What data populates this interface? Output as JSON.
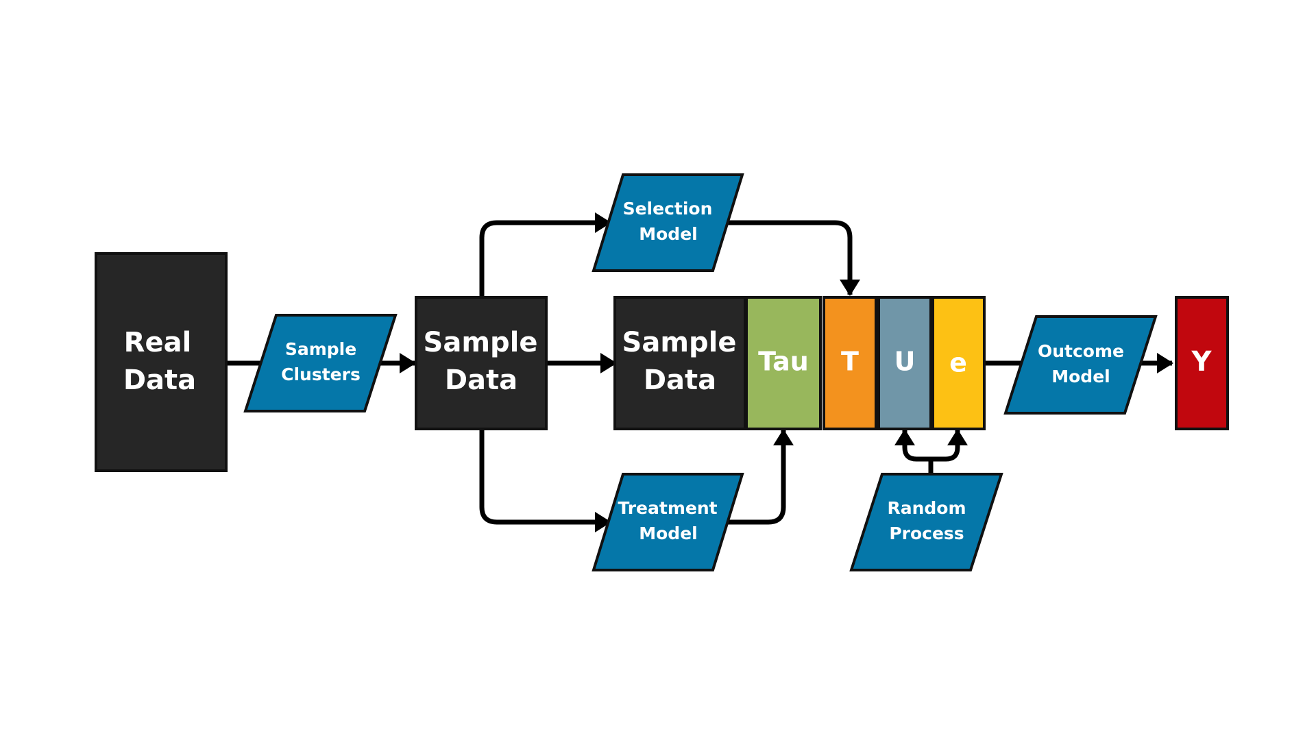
{
  "colors": {
    "background": "#ffffff",
    "dark_box": "#262626",
    "process_blue": "#0577a9",
    "tau_green": "#98b75c",
    "t_orange": "#f3921e",
    "u_slate": "#7096a8",
    "e_yellow": "#fdc114",
    "y_red": "#c1070e",
    "connector": "#000000"
  },
  "nodes": {
    "real_data": {
      "line1": "Real",
      "line2": "Data"
    },
    "sample_data_1": {
      "line1": "Sample",
      "line2": "Data"
    },
    "sample_data_2": {
      "line1": "Sample",
      "line2": "Data"
    },
    "sample_clusters": {
      "line1": "Sample",
      "line2": "Clusters"
    },
    "selection_model": {
      "line1": "Selection",
      "line2": "Model"
    },
    "treatment_model": {
      "line1": "Treatment",
      "line2": "Model"
    },
    "random_process": {
      "line1": "Random",
      "line2": "Process"
    },
    "outcome_model": {
      "line1": "Outcome",
      "line2": "Model"
    },
    "tau": "Tau",
    "t": "T",
    "u": "U",
    "e": "e",
    "y": "Y"
  },
  "edges": [
    {
      "from": "Real Data",
      "to": "Sample Clusters"
    },
    {
      "from": "Sample Clusters",
      "to": "Sample Data"
    },
    {
      "from": "Sample Data",
      "to": "Selection Model"
    },
    {
      "from": "Sample Data",
      "to": "Sample Data"
    },
    {
      "from": "Sample Data",
      "to": "Treatment Model"
    },
    {
      "from": "Selection Model",
      "to": "T"
    },
    {
      "from": "Treatment Model",
      "to": "Tau"
    },
    {
      "from": "Random Process",
      "to": "U"
    },
    {
      "from": "Random Process",
      "to": "e"
    },
    {
      "from": "e",
      "to": "Outcome Model"
    },
    {
      "from": "Outcome Model",
      "to": "Y"
    }
  ]
}
